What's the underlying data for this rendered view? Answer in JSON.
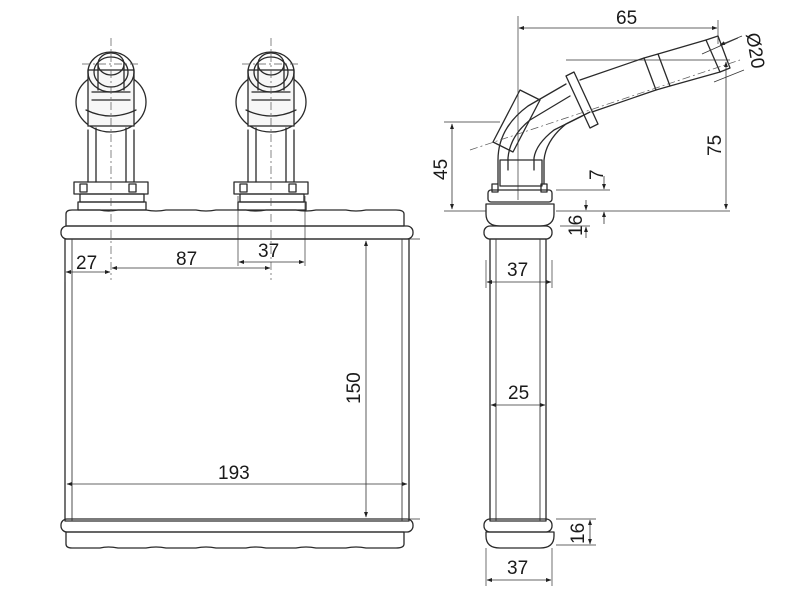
{
  "dimensions": {
    "d27": "27",
    "d87": "87",
    "d37_top": "37",
    "d150": "150",
    "d193": "193",
    "d65": "65",
    "d_pipe": "Ø20",
    "d45": "45",
    "d75": "75",
    "d7": "7",
    "d16_top": "16",
    "d37_side_top": "37",
    "d25": "25",
    "d16_bottom": "16",
    "d37_side_bottom": "37"
  },
  "colors": {
    "line": "#2a2a2a",
    "background": "#ffffff"
  }
}
